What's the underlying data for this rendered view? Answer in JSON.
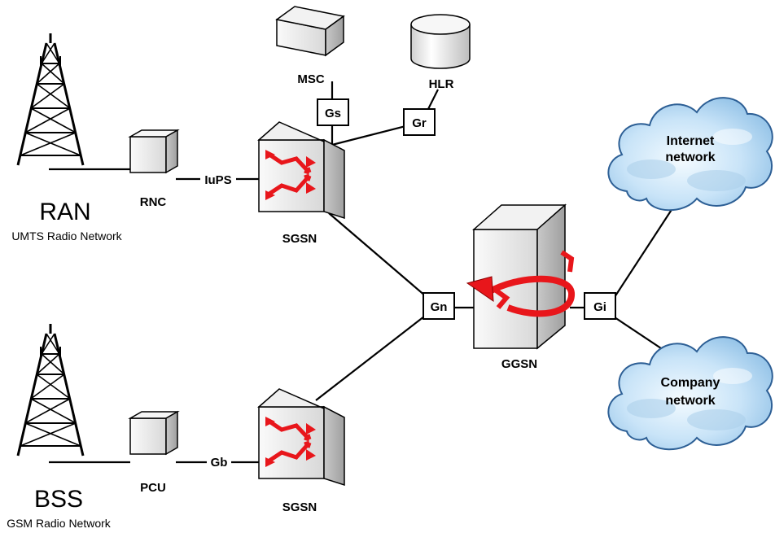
{
  "sections": {
    "ran": {
      "title": "RAN",
      "subtitle": "UMTS Radio Network"
    },
    "bss": {
      "title": "BSS",
      "subtitle": "GSM Radio Network"
    }
  },
  "nodes": {
    "rnc": "RNC",
    "pcu": "PCU",
    "sgsn_top": "SGSN",
    "sgsn_bottom": "SGSN",
    "msc": "MSC",
    "hlr": "HLR",
    "ggsn": "GGSN"
  },
  "interfaces": {
    "iups": "IuPS",
    "gb": "Gb",
    "gs": "Gs",
    "gr": "Gr",
    "gn": "Gn",
    "gi": "Gi"
  },
  "clouds": {
    "internet": [
      "Internet",
      "network"
    ],
    "company": [
      "Company",
      "network"
    ]
  },
  "colors": {
    "line": "#000000",
    "box_fill": "#ffffff",
    "server_light": "#f2f2f2",
    "server_mid": "#dcdcdc",
    "server_dark": "#b5b5b5",
    "arrow_red": "#e8161b",
    "cloud_light": "#dbeefb",
    "cloud_mid": "#a9d0ef",
    "cloud_dark": "#6aa4d3",
    "cloud_edge": "#2d5f95"
  }
}
